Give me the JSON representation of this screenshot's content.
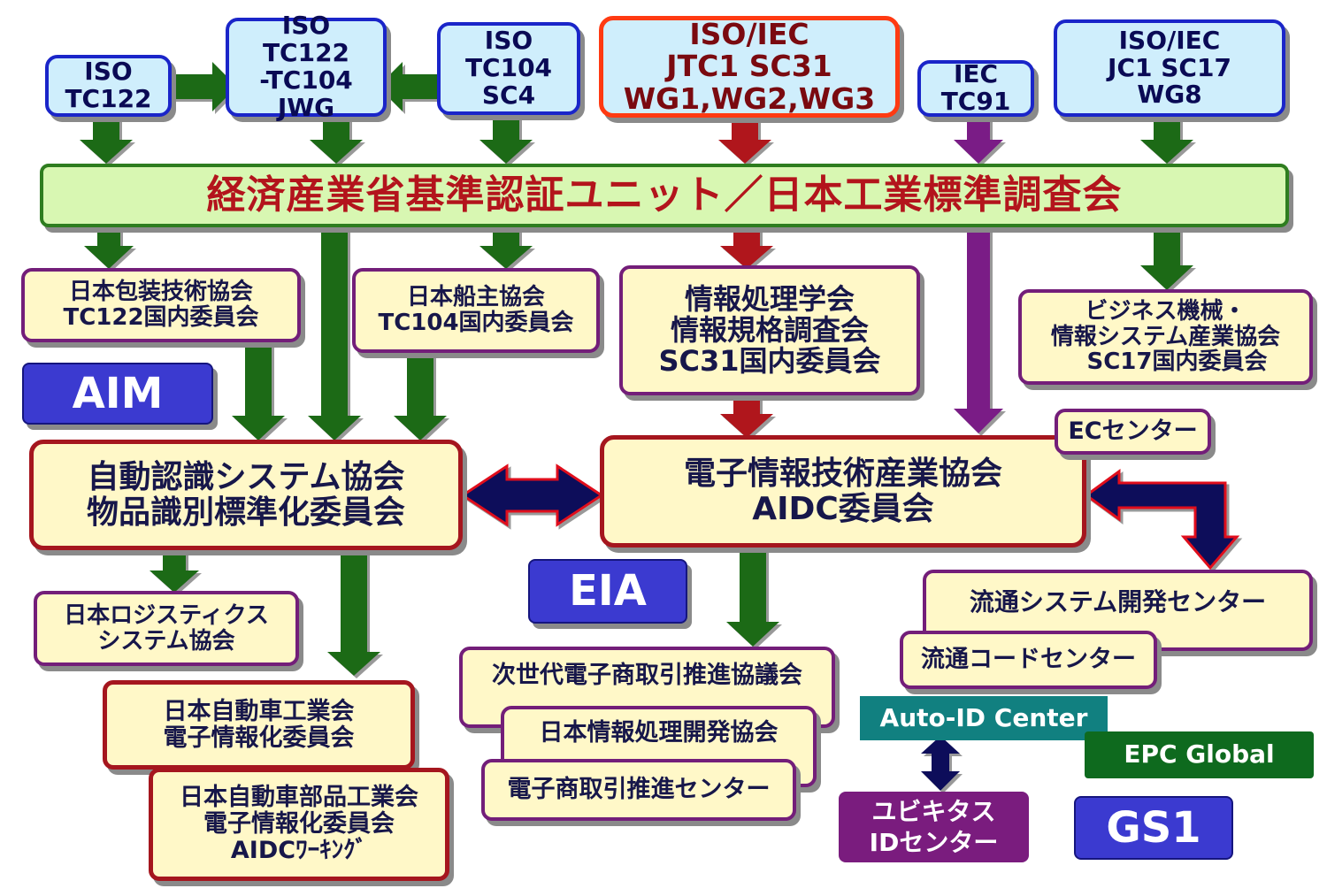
{
  "standards": {
    "iso_tc122": "ISO\nTC122",
    "jwg": "ISO\nTC122\n-TC104\nJWG",
    "tc104_sc4": "ISO\nTC104\nSC4",
    "jtc1_sc31": "ISO/IEC\nJTC1 SC31\nWG1,WG2,WG3",
    "iec_tc91": "IEC\nTC91",
    "jc1_sc17": "ISO/IEC\nJC1 SC17\nWG8"
  },
  "meti": "経済産業省基準認証ユニット／日本工業標準調査会",
  "committees": {
    "packaging": "日本包装技術協会\nTC122国内委員会",
    "shipowners": "日本船主協会\nTC104国内委員会",
    "ipsj": "情報処理学会\n情報規格調査会\nSC31国内委員会",
    "jbmia": "ビジネス機械・\n情報システム産業協会\n　SC17国内委員会"
  },
  "logos": {
    "aim": "AIM",
    "eia": "EIA",
    "gs1": "GS1",
    "auto_id": "Auto-ID Center",
    "epc": "EPC Global",
    "ubiquitous": "ユビキタス\nIDセンター"
  },
  "main": {
    "aim_japan": "自動認識システム協会\n物品識別標準化委員会",
    "jeita": "電子情報技術産業協会\nAIDC委員会",
    "ec_center": "ECセンター"
  },
  "lower": {
    "logistics": "日本ロジスティクス\nシステム協会",
    "jama": "日本自動車工業会\n電子情報化委員会",
    "japia": "日本自動車部品工業会\n電子情報化委員会\nAIDCﾜｰｷﾝｸﾞ",
    "ecom": "次世代電子商取引推進協議会",
    "jipdec": "日本情報処理開発協会",
    "ecpc": "電子商取引推進センター",
    "dsri": "流通システム開発センター",
    "dcode": "流通コードセンター"
  },
  "colors": {
    "green_arrow": "#1c6b14",
    "red_arrow": "#b0141e",
    "purple_arrow": "#7a1a86",
    "navy_arrow": "#0c0c5a"
  }
}
